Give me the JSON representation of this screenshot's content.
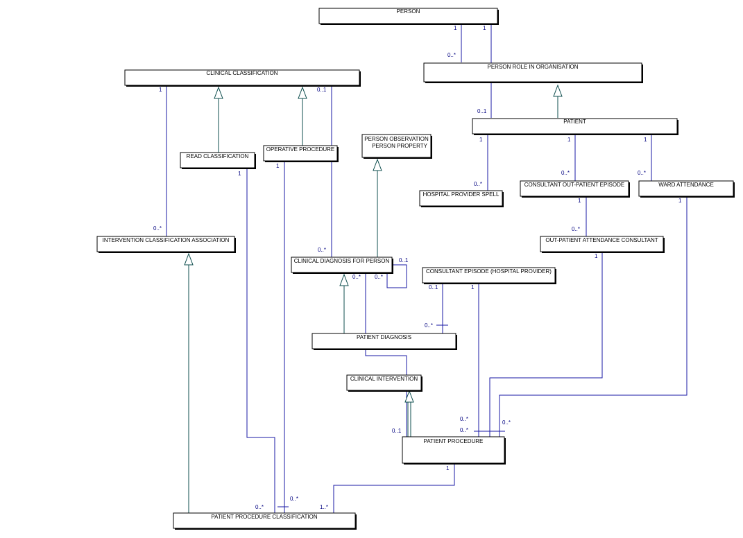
{
  "entities": {
    "person": "PERSON",
    "person_role_in_organisation": "PERSON ROLE IN ORGANISATION",
    "clinical_classification": "CLINICAL CLASSIFICATION",
    "patient": "PATIENT",
    "person_observation": "PERSON OBSERVATION",
    "person_property": "PERSON PROPERTY",
    "read_classification": "READ CLASSIFICATION",
    "operative_procedure": "OPERATIVE PROCEDURE",
    "consultant_out_patient_episode": "CONSULTANT OUT-PATIENT EPISODE",
    "ward_attendance": "WARD ATTENDANCE",
    "hospital_provider_spell": "HOSPITAL PROVIDER SPELL",
    "intervention_classification_association": "INTERVENTION CLASSIFICATION ASSOCIATION",
    "out_patient_attendance_consultant": "OUT-PATIENT ATTENDANCE CONSULTANT",
    "clinical_diagnosis_for_person": "CLINICAL DIAGNOSIS FOR PERSON",
    "consultant_episode_hospital_provider": "CONSULTANT EPISODE (HOSPITAL PROVIDER)",
    "patient_diagnosis": "PATIENT DIAGNOSIS",
    "clinical_intervention": "CLINICAL INTERVENTION",
    "patient_procedure": "PATIENT PROCEDURE",
    "patient_procedure_classification": "PATIENT PROCEDURE CLASSIFICATION"
  },
  "multiplicities": {
    "person_1a": "1",
    "person_1b": "1",
    "role_many": "0..*",
    "patient_zero_one": "0..1",
    "clin_class_1": "1",
    "clin_class_zero_one": "0..1",
    "read_1": "1",
    "oper_1": "1",
    "patient_1a": "1",
    "patient_1b": "1",
    "patient_1c": "1",
    "spell_many": "0..*",
    "coe_many": "0..*",
    "ward_many": "0..*",
    "coe_1": "1",
    "opac_many": "0..*",
    "ward_1": "1",
    "opac_1": "1",
    "ica_many": "0..*",
    "cdp_many_top": "0..*",
    "cdp_zero_one_self": "0..1",
    "cdp_many_a": "0..*",
    "cdp_many_b": "0..*",
    "ceh_zero_one": "0..1",
    "ceh_1": "1",
    "pd_many": "0..*",
    "pp_zero_one": "0..1",
    "pp_many_a": "0..*",
    "pp_many_b": "0..*",
    "pp_many_c": "0..*",
    "pp_1": "1",
    "ppc_many_a": "0..*",
    "ppc_many_b": "0..*",
    "ppc_one_many": "1..*"
  }
}
